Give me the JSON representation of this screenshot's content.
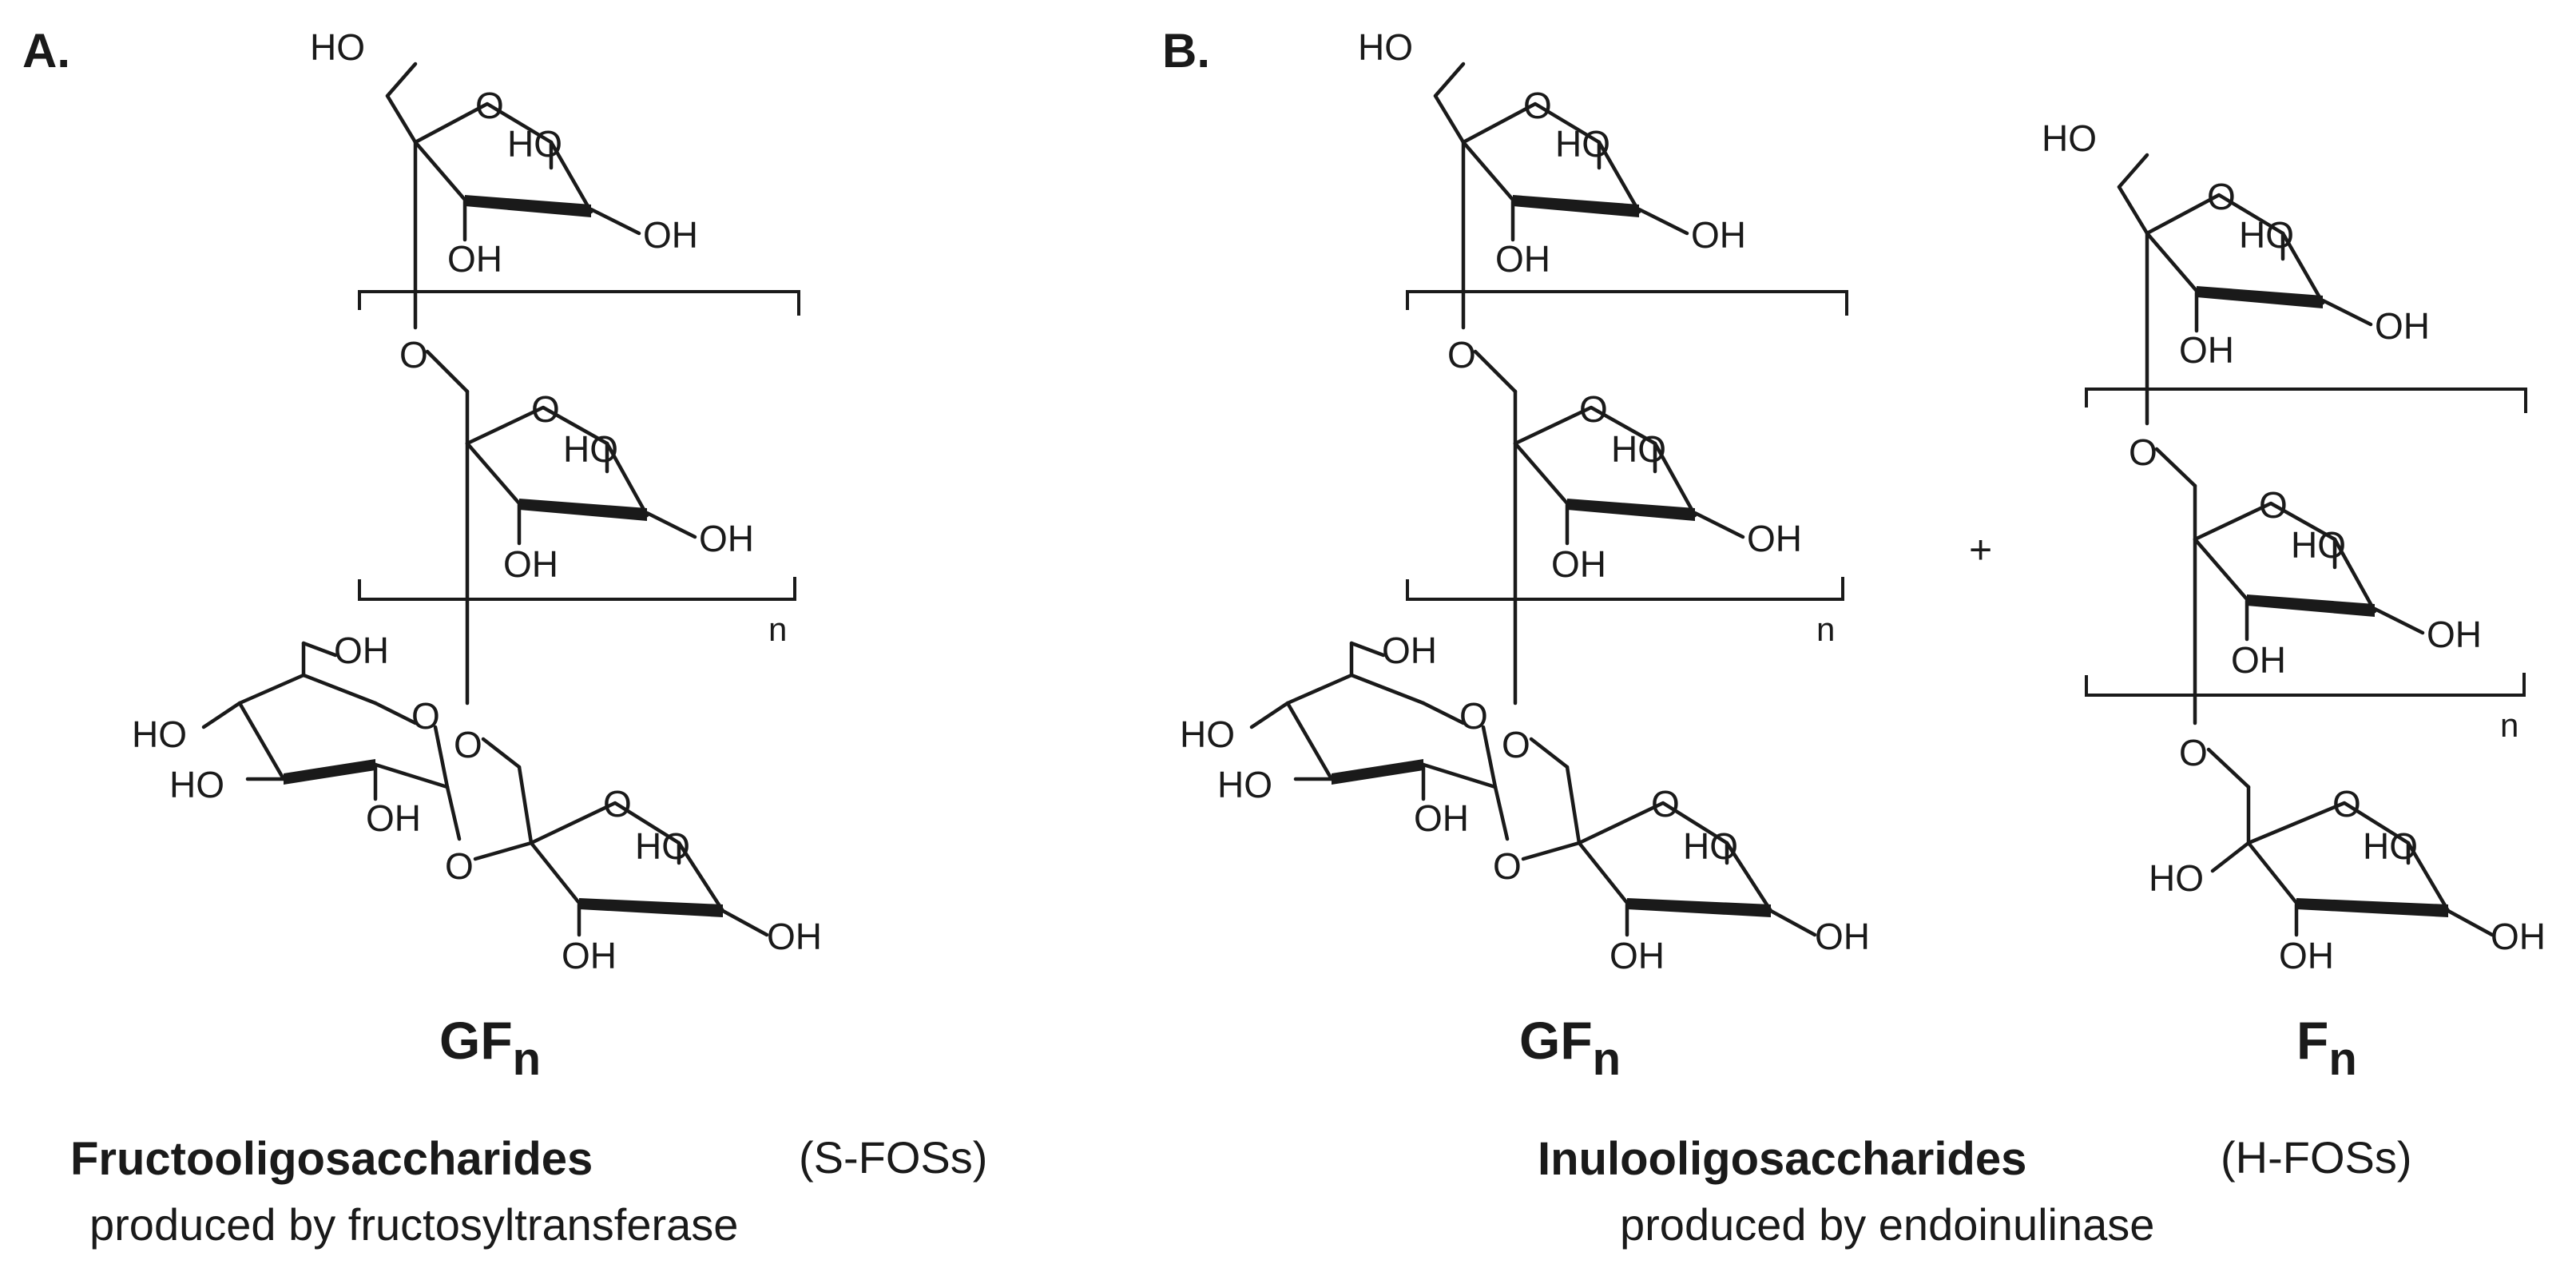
{
  "panels": {
    "A": {
      "label": "A.",
      "name_main": "GF",
      "name_sub": "n",
      "title_bold": "Fructooligosaccharides",
      "title_paren": "(S-FOSs)",
      "description": "produced by fructosyltransferase",
      "repeat_label": "n"
    },
    "B": {
      "label": "B.",
      "gf_name_main": "GF",
      "gf_name_sub": "n",
      "f_name_main": "F",
      "f_name_sub": "n",
      "title_bold": "Inulooligosaccharides",
      "title_paren": "(H-FOSs)",
      "description": "produced by endoinulinase",
      "repeat_label_gf": "n",
      "repeat_label_f": "n",
      "plus": "+"
    }
  },
  "atoms": {
    "HO": "HO",
    "OH": "OH",
    "O": "O"
  }
}
